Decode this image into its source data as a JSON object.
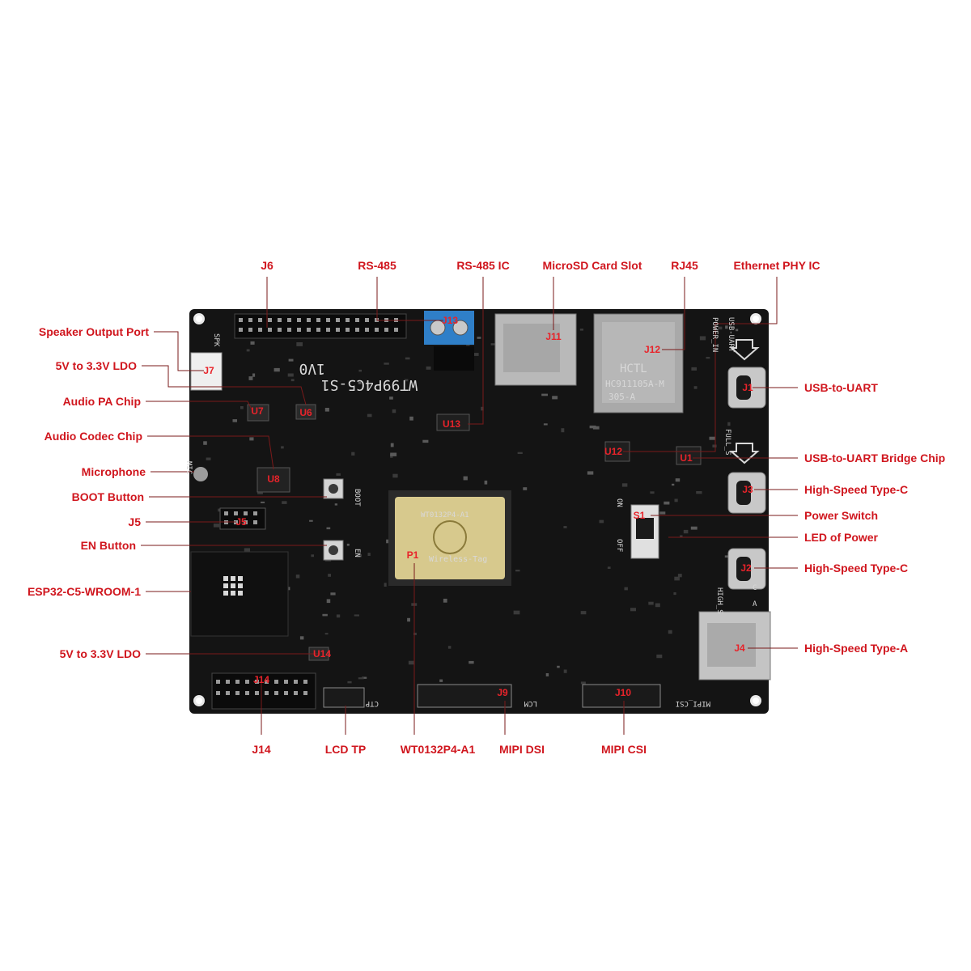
{
  "board": {
    "model_silk": "WT99P4C5-S1",
    "version_silk": "1V0",
    "module_brand": "Wireless-Tag",
    "module_marking": "WT0132P4-A1",
    "rj45_brand": "HCTL",
    "rj45_part": "HC911105A-M",
    "rj45_part2": "305-A",
    "silk": {
      "spk": "SPK",
      "mic": "MIC",
      "boot": "BOOT",
      "en": "EN",
      "on": "ON",
      "off": "OFF",
      "power_in": "POWER_IN",
      "usb_uart": "USB-UART",
      "full_s": "FULL_S",
      "high_s": "HIGH_S",
      "a": "A",
      "c": "C",
      "ctp": "CTP",
      "lcm": "LCM",
      "mipi_csi": "MIPI_CSI"
    }
  },
  "callouts": {
    "left": [
      {
        "label": "Speaker Output Port",
        "ref": "J7"
      },
      {
        "label": "5V to 3.3V LDO",
        "ref": "U6"
      },
      {
        "label": "Audio PA Chip",
        "ref": "U7"
      },
      {
        "label": "Audio Codec Chip",
        "ref": "U8"
      },
      {
        "label": "Microphone",
        "ref": ""
      },
      {
        "label": "BOOT Button",
        "ref": ""
      },
      {
        "label": "J5",
        "ref": "J5"
      },
      {
        "label": "EN Button",
        "ref": ""
      },
      {
        "label": "ESP32-C5-WROOM-1",
        "ref": ""
      },
      {
        "label": "5V to 3.3V LDO",
        "ref": "U14"
      }
    ],
    "top": [
      {
        "label": "J6",
        "ref": ""
      },
      {
        "label": "RS-485",
        "ref": "J13"
      },
      {
        "label": "RS-485 IC",
        "ref": "U13"
      },
      {
        "label": "MicroSD Card Slot",
        "ref": "J11"
      },
      {
        "label": "RJ45",
        "ref": "J12"
      },
      {
        "label": "Ethernet PHY IC",
        "ref": "U12"
      }
    ],
    "right": [
      {
        "label": "USB-to-UART",
        "ref": "J1"
      },
      {
        "label": "USB-to-UART Bridge Chip",
        "ref": "U1"
      },
      {
        "label": "High-Speed Type-C",
        "ref": "J3"
      },
      {
        "label": "Power Switch",
        "ref": "S1"
      },
      {
        "label": "LED of Power",
        "ref": ""
      },
      {
        "label": "High-Speed Type-C",
        "ref": "J2"
      },
      {
        "label": "High-Speed Type-A",
        "ref": "J4"
      }
    ],
    "bottom": [
      {
        "label": "J14",
        "ref": "J14"
      },
      {
        "label": "LCD TP",
        "ref": ""
      },
      {
        "label": "WT0132P4-A1",
        "ref": "P1"
      },
      {
        "label": "MIPI DSI",
        "ref": "J9"
      },
      {
        "label": "MIPI CSI",
        "ref": "J10"
      }
    ]
  },
  "colors": {
    "label_red": "#d0161e",
    "board_black": "#141414",
    "leader_line": "#7a1a1a",
    "terminal_blue": "#2f7fc8",
    "module_gold": "#d7c98d",
    "metal_silver": "#b9b9b9"
  }
}
